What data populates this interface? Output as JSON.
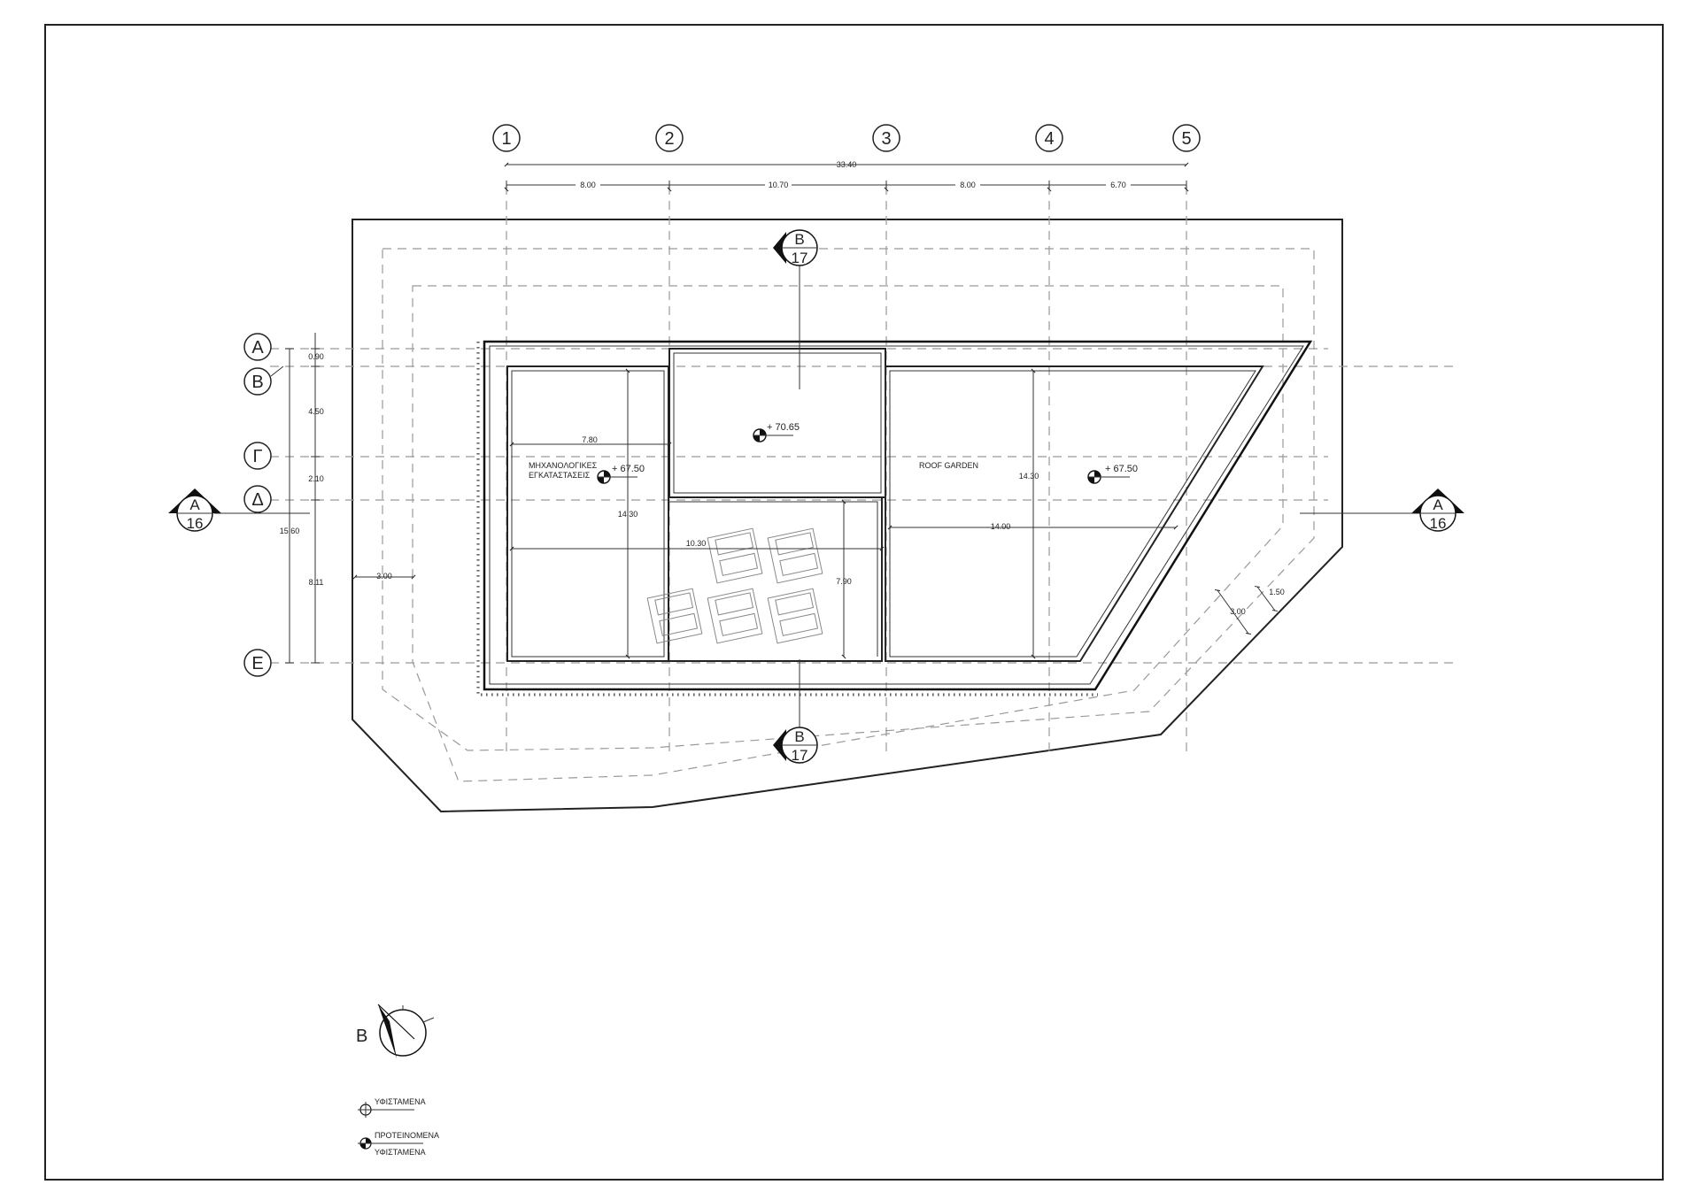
{
  "grid": {
    "columns": [
      "1",
      "2",
      "3",
      "4",
      "5"
    ],
    "rows": [
      "Α",
      "Β",
      "Γ",
      "Δ",
      "Ε"
    ]
  },
  "dims_top": {
    "overall": "33.40",
    "segments": [
      "8.00",
      "10.70",
      "8.00",
      "6.70"
    ]
  },
  "dims_left": {
    "segments": [
      "0.90",
      "4.50",
      "2.10",
      "8.11"
    ],
    "overall": "15.60"
  },
  "dims_interior": {
    "d_780": "7.80",
    "d_1030": "10.30",
    "d_1430_left": "14.30",
    "d_790": "7.90",
    "d_1400": "14.00",
    "d_1430_right": "14.30",
    "d_300_left": "3.00",
    "d_300_diag": "3.00",
    "d_150": "1.50"
  },
  "levels": {
    "upper": "+ 70.65",
    "left": "+ 67.50",
    "right": "+ 67.50"
  },
  "labels": {
    "mech_line1": "ΜΗΧΑΝΟΛΟΓΙΚΕΣ",
    "mech_line2": "ΕΓΚΑΤΑΣΤΑΣΕΙΣ",
    "roof_garden": "ROOF GARDEN"
  },
  "sections": {
    "a_letter": "Α",
    "a_sheet": "16",
    "b_letter": "Β",
    "b_sheet": "17"
  },
  "north": {
    "letter": "Β"
  },
  "legend": {
    "existing": "ΥΦΙΣΤΑΜΕΝΑ",
    "proposed_line1": "ΠΡΟΤΕΙΝΟΜΕΝΑ",
    "proposed_line2": "ΥΦΙΣΤΑΜΕΝΑ"
  }
}
